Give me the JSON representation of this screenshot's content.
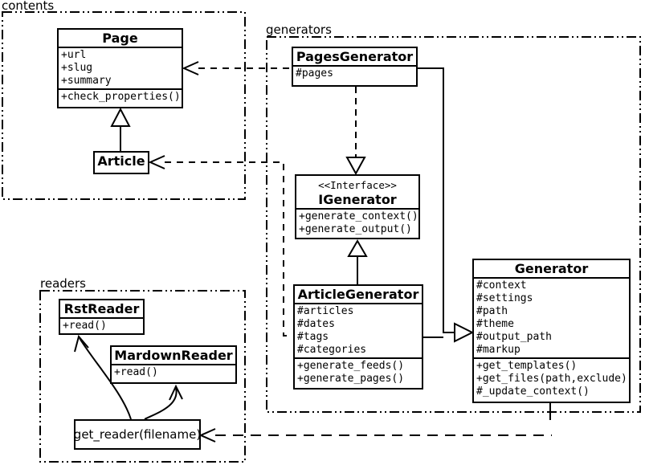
{
  "packages": {
    "contents": {
      "label": "contents"
    },
    "generators": {
      "label": "generators"
    },
    "readers": {
      "label": "readers"
    }
  },
  "classes": {
    "page": {
      "name": "Page",
      "attributes": [
        "+url",
        "+slug",
        "+summary"
      ],
      "methods": [
        "+check_properties()"
      ]
    },
    "article": {
      "name": "Article"
    },
    "pages_generator": {
      "name": "PagesGenerator",
      "attributes": [
        "#pages"
      ]
    },
    "igenerator": {
      "stereotype": "<<Interface>>",
      "name": "IGenerator",
      "methods": [
        "+generate_context()",
        "+generate_output()"
      ]
    },
    "article_generator": {
      "name": "ArticleGenerator",
      "attributes": [
        "#articles",
        "#dates",
        "#tags",
        "#categories"
      ],
      "methods": [
        "+generate_feeds()",
        "+generate_pages()"
      ]
    },
    "generator": {
      "name": "Generator",
      "attributes": [
        "#context",
        "#settings",
        "#path",
        "#theme",
        "#output_path",
        "#markup"
      ],
      "methods": [
        "+get_templates()",
        "+get_files(path,exclude)",
        "#_update_context()"
      ]
    },
    "rst_reader": {
      "name": "RstReader",
      "methods": [
        "+read()"
      ]
    },
    "markdown_reader": {
      "name": "MardownReader",
      "methods": [
        "+read()"
      ]
    },
    "get_reader": {
      "label": "get_reader(filename)"
    }
  },
  "colors": {
    "line": "#000000",
    "background": "#ffffff"
  }
}
